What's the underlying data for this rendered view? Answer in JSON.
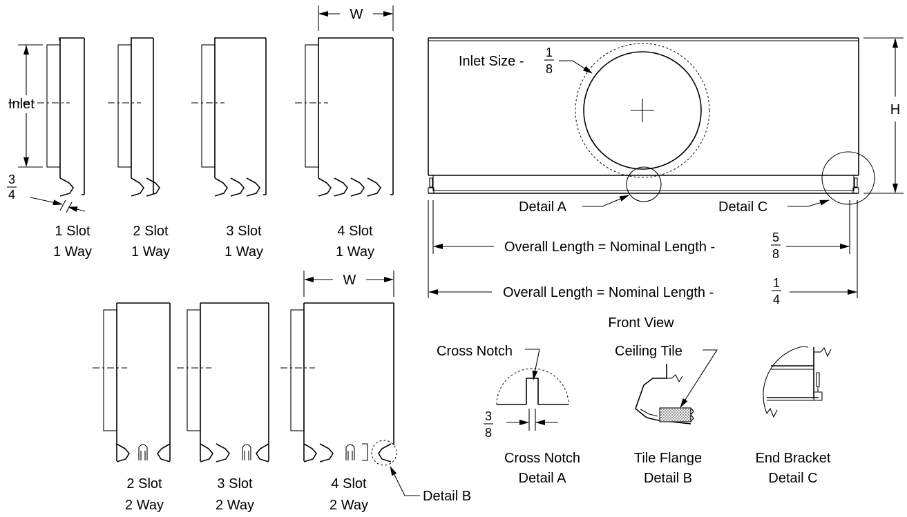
{
  "top_views": {
    "w_label": "W",
    "inlet_label": "Inlet",
    "slot_gap_fraction": {
      "num": "3",
      "den": "4"
    },
    "units": [
      {
        "line1": "1 Slot",
        "line2": "1 Way"
      },
      {
        "line1": "2 Slot",
        "line2": "1 Way"
      },
      {
        "line1": "3 Slot",
        "line2": "1 Way"
      },
      {
        "line1": "4 Slot",
        "line2": "1 Way"
      }
    ]
  },
  "bottom_views": {
    "w_label": "W",
    "detail_b_label": "Detail B",
    "units": [
      {
        "line1": "2 Slot",
        "line2": "2 Way"
      },
      {
        "line1": "3 Slot",
        "line2": "2 Way"
      },
      {
        "line1": "4 Slot",
        "line2": "2 Way"
      }
    ]
  },
  "front_view": {
    "inlet_size_label": "Inlet Size -",
    "inlet_size_fraction": {
      "num": "1",
      "den": "8"
    },
    "h_label": "H",
    "detail_a_label": "Detail A",
    "detail_c_label": "Detail C",
    "overall_length_1": "Overall Length = Nominal Length -",
    "overall_length_1_fraction": {
      "num": "5",
      "den": "8"
    },
    "overall_length_2": "Overall Length = Nominal Length -",
    "overall_length_2_fraction": {
      "num": "1",
      "den": "4"
    },
    "caption": "Front View"
  },
  "details": {
    "cross_notch": {
      "callout": "Cross Notch",
      "fraction": {
        "num": "3",
        "den": "8"
      },
      "line1": "Cross Notch",
      "line2": "Detail A"
    },
    "tile_flange": {
      "callout": "Ceiling Tile",
      "line1": "Tile Flange",
      "line2": "Detail B"
    },
    "end_bracket": {
      "line1": "End Bracket",
      "line2": "Detail C"
    }
  }
}
